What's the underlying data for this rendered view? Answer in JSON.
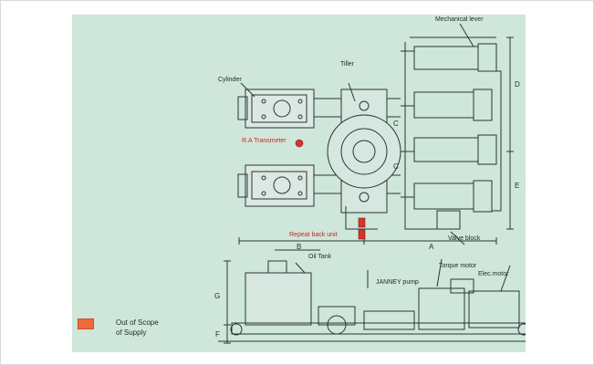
{
  "labels": {
    "mechanical_lever": "Mechanical lever",
    "tiller": "Tiller",
    "cylinder": "Cylinder",
    "ra_transmeter": "R.A Transmeter",
    "repeat_back_unit": "Repeat back unit",
    "valve_block": "Valve block",
    "oil_tank": "Oil Tank",
    "torque_motor": "Torque motor",
    "janney_pump": "JANNEY pump",
    "elec_motor": "Elec.motor",
    "dim_a": "A",
    "dim_b": "B",
    "dim_c1": "C",
    "dim_c2": "C",
    "dim_d": "D",
    "dim_e": "E",
    "dim_f": "F",
    "dim_g": "G"
  },
  "legend": {
    "line1": "Out of Scope",
    "line2": "of Supply",
    "color": "#ef6a3c"
  },
  "colors": {
    "background": "#cfe6da",
    "line": "#2a3535",
    "highlight": "#d8332a"
  }
}
